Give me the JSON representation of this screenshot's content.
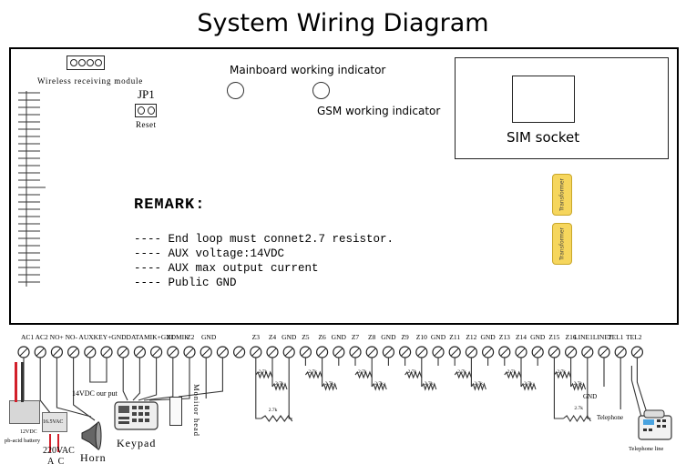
{
  "title": "System Wiring Diagram",
  "module": {
    "wireless_label": "Wireless receiving module",
    "jumper_label": "JP1",
    "reset_label": "Reset"
  },
  "indicators": {
    "mainboard": "Mainboard working indicator",
    "gsm": "GSM working indicator"
  },
  "sim_socket": "SIM socket",
  "transformer_label": "Transformer",
  "remark": {
    "title": "REMARK:",
    "lines": [
      "---- End loop must connet2.7 resistor.",
      "---- AUX voltage:14VDC",
      "---- AUX max output current",
      "---- Public  GND"
    ]
  },
  "terminals": [
    "AC1",
    "AC2",
    "NO+",
    "NO-",
    "AUX",
    "KEY+",
    "GND",
    "DATA",
    "MIK+",
    "GND",
    "MIK",
    "Z1",
    "Z2",
    "GND",
    "Z3",
    "Z4",
    "GND",
    "Z5",
    "Z6",
    "GND",
    "Z7",
    "Z8",
    "GND",
    "Z9",
    "Z10",
    "GND",
    "Z11",
    "Z12",
    "GND",
    "Z13",
    "Z14",
    "GND",
    "Z15",
    "Z16",
    "LINE1",
    "LINE2",
    "TEL1",
    "TEL2"
  ],
  "terminal_header_text": {
    "group1": "AC1 AC2 NO+ NO- AUXKEY+GNDDATAMIK+GNDMIK",
    "z1": "Z1",
    "z2": "Z2",
    "gnd": "GND",
    "line": "LINE1LINE2",
    "tel1": "TEL1",
    "tel2": "TEL2"
  },
  "resistor_label": "2.7k",
  "peripherals": {
    "aux_out": "14VDC our put",
    "battery_voltage": "12VDC",
    "battery": "pb-acid battery",
    "transformer_ac": "16.5VAC",
    "mains": "220VAC",
    "mains_ac": "A  C",
    "horn": "Horn",
    "keypad": "Keypad",
    "monitor": "Monitor head",
    "gnd": "GND",
    "telephone": "Telephone",
    "telephone_line": "Telephone line"
  }
}
